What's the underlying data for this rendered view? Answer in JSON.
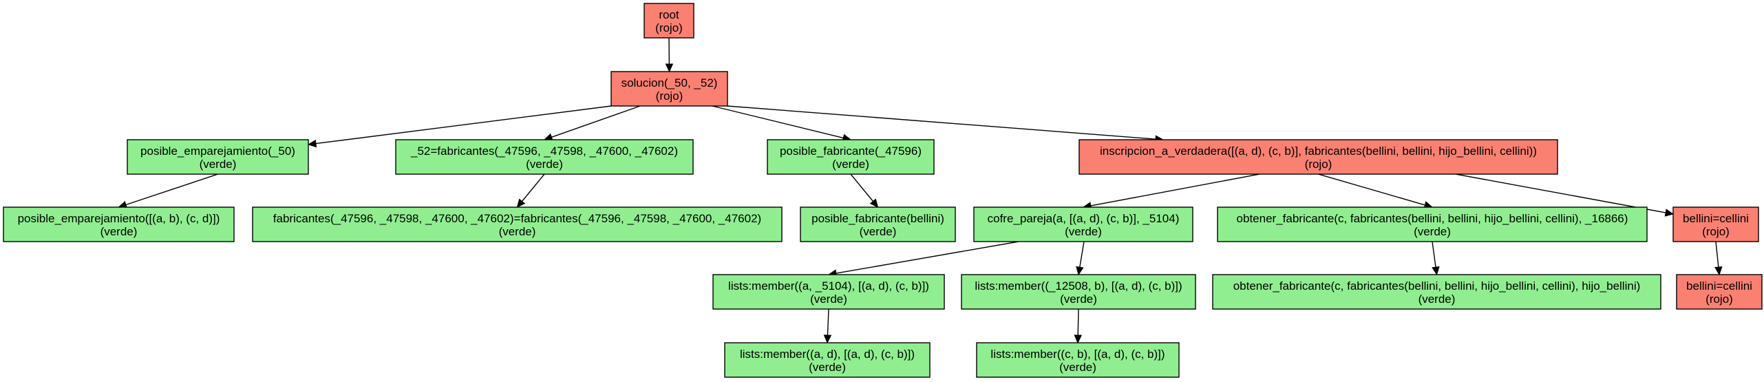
{
  "colors": {
    "rojo": "#fa8072",
    "verde": "#90ee90",
    "border": "#000000"
  },
  "nodes": [
    {
      "id": "root",
      "goal": "root",
      "status": "(rojo)",
      "color": "rojo"
    },
    {
      "id": "solucion",
      "goal": "solucion(_50, _52)",
      "status": "(rojo)",
      "color": "rojo"
    },
    {
      "id": "posible_emparejamiento",
      "goal": "posible_emparejamiento(_50)",
      "status": "(verde)",
      "color": "verde"
    },
    {
      "id": "eq_fabricantes",
      "goal": "_52=fabricantes(_47596, _47598, _47600, _47602)",
      "status": "(verde)",
      "color": "verde"
    },
    {
      "id": "posible_fabricante",
      "goal": "posible_fabricante(_47596)",
      "status": "(verde)",
      "color": "verde"
    },
    {
      "id": "inscripcion",
      "goal": "inscripcion_a_verdadera([(a, d), (c, b)], fabricantes(bellini, bellini, hijo_bellini, cellini))",
      "status": "(rojo)",
      "color": "rojo"
    },
    {
      "id": "posible_emparejamiento_bound",
      "goal": "posible_emparejamiento([(a, b), (c, d)])",
      "status": "(verde)",
      "color": "verde"
    },
    {
      "id": "fabricantes_unify",
      "goal": "fabricantes(_47596, _47598, _47600, _47602)=fabricantes(_47596, _47598, _47600, _47602)",
      "status": "(verde)",
      "color": "verde"
    },
    {
      "id": "posible_fabricante_bellini",
      "goal": "posible_fabricante(bellini)",
      "status": "(verde)",
      "color": "verde"
    },
    {
      "id": "cofre_pareja",
      "goal": "cofre_pareja(a, [(a, d), (c, b)], _5104)",
      "status": "(verde)",
      "color": "verde"
    },
    {
      "id": "obtener_fabricante",
      "goal": "obtener_fabricante(c, fabricantes(bellini, bellini, hijo_bellini, cellini), _16866)",
      "status": "(verde)",
      "color": "verde"
    },
    {
      "id": "bellini_eq_cellini_1",
      "goal": "bellini=cellini",
      "status": "(rojo)",
      "color": "rojo"
    },
    {
      "id": "member_a",
      "goal": "lists:member((a, _5104), [(a, d), (c, b)])",
      "status": "(verde)",
      "color": "verde"
    },
    {
      "id": "member_b",
      "goal": "lists:member((_12508, b), [(a, d), (c, b)])",
      "status": "(verde)",
      "color": "verde"
    },
    {
      "id": "obtener_fabricante_bound",
      "goal": "obtener_fabricante(c, fabricantes(bellini, bellini, hijo_bellini, cellini), hijo_bellini)",
      "status": "(verde)",
      "color": "verde"
    },
    {
      "id": "bellini_eq_cellini_2",
      "goal": "bellini=cellini",
      "status": "(rojo)",
      "color": "rojo"
    },
    {
      "id": "member_ad",
      "goal": "lists:member((a, d), [(a, d), (c, b)])",
      "status": "(verde)",
      "color": "verde"
    },
    {
      "id": "member_cb",
      "goal": "lists:member((c, b), [(a, d), (c, b)])",
      "status": "(verde)",
      "color": "verde"
    }
  ],
  "edges": [
    {
      "from": "root",
      "to": "solucion"
    },
    {
      "from": "solucion",
      "to": "posible_emparejamiento"
    },
    {
      "from": "solucion",
      "to": "eq_fabricantes"
    },
    {
      "from": "solucion",
      "to": "posible_fabricante"
    },
    {
      "from": "solucion",
      "to": "inscripcion"
    },
    {
      "from": "posible_emparejamiento",
      "to": "posible_emparejamiento_bound"
    },
    {
      "from": "eq_fabricantes",
      "to": "fabricantes_unify"
    },
    {
      "from": "posible_fabricante",
      "to": "posible_fabricante_bellini"
    },
    {
      "from": "inscripcion",
      "to": "cofre_pareja"
    },
    {
      "from": "inscripcion",
      "to": "obtener_fabricante"
    },
    {
      "from": "inscripcion",
      "to": "bellini_eq_cellini_1"
    },
    {
      "from": "cofre_pareja",
      "to": "member_a"
    },
    {
      "from": "cofre_pareja",
      "to": "member_b"
    },
    {
      "from": "obtener_fabricante",
      "to": "obtener_fabricante_bound"
    },
    {
      "from": "bellini_eq_cellini_1",
      "to": "bellini_eq_cellini_2"
    },
    {
      "from": "member_a",
      "to": "member_ad"
    },
    {
      "from": "member_b",
      "to": "member_cb"
    }
  ]
}
